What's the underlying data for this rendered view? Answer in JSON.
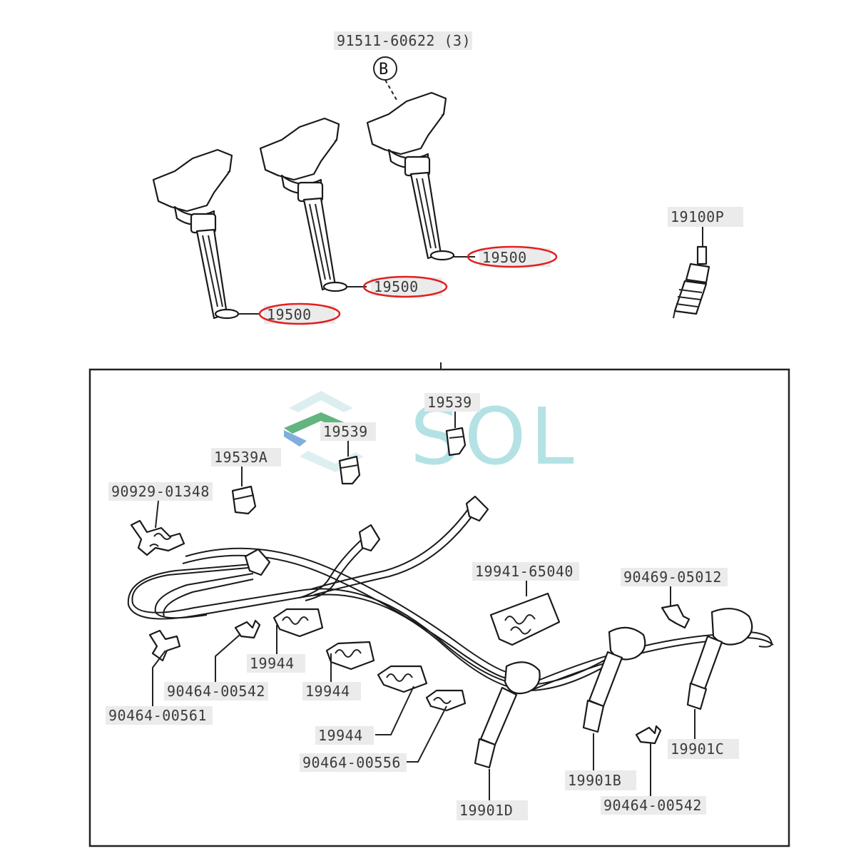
{
  "labels": {
    "bolt": "91511-60622 (3)",
    "bolt_ref": "B",
    "coil_1": "19500",
    "coil_2": "19500",
    "coil_3": "19500",
    "spark_plug": "19100P",
    "boot_1": "19539",
    "boot_2": "19539",
    "boot_a": "19539A",
    "clamp_left": "90929-01348",
    "holder_right": "19941-65040",
    "clip_right": "90469-05012",
    "clamp_a": "19944",
    "clamp_b": "19944",
    "clamp_c": "19944",
    "clip_542_left": "90464-00542",
    "clip_561": "90464-00561",
    "clip_556": "90464-00556",
    "clip_542_right": "90464-00542",
    "cord_b": "19901B",
    "cord_c": "19901C",
    "cord_d": "19901D"
  },
  "watermark": {
    "text": "SOL",
    "colors": [
      "#9fd6da",
      "#6aa0d8",
      "#3aa84a"
    ]
  },
  "highlight_color": "#e02020"
}
